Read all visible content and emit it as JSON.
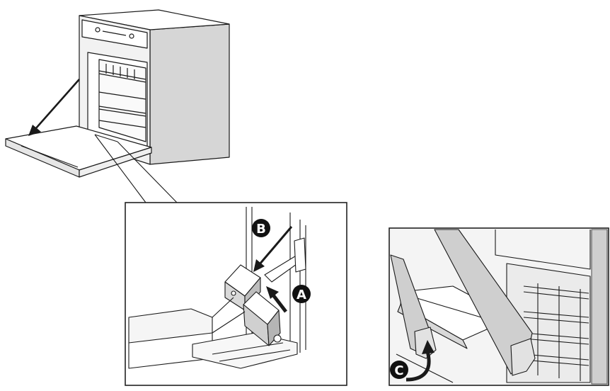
{
  "labels": {
    "a": "A",
    "b": "B",
    "c": "C"
  },
  "colors": {
    "line": "#1a1a1a",
    "oven_side": "#d6d6d6",
    "oven_front": "#f2f2f2",
    "photo_bg": "#eeeeee",
    "panel_border": "#222222",
    "badge": "#111111",
    "badge_text": "#ffffff"
  },
  "icons": [
    "oven-illustration",
    "door-removal-arrow",
    "hinge-detail-zoom",
    "hinge-lock-arrow-a",
    "hinge-lock-arrow-b",
    "lift-rotate-arrow-c"
  ]
}
